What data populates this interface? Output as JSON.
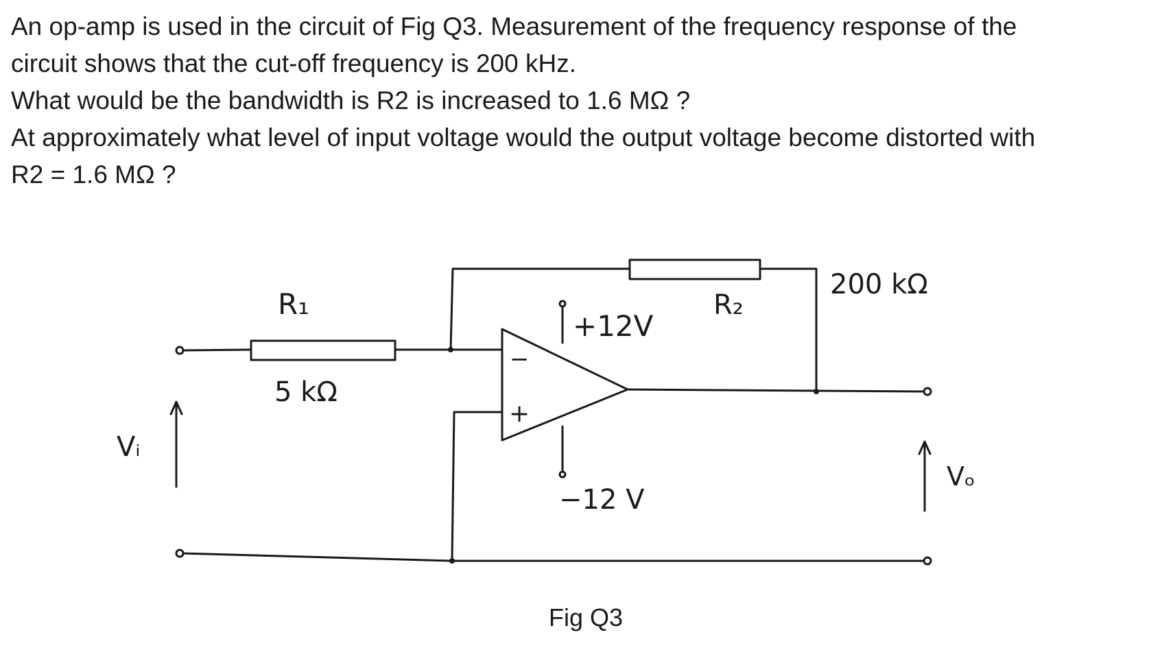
{
  "question": {
    "line1": "An op-amp is used in the circuit of Fig Q3.  Measurement of the frequency response of the",
    "line2": "circuit shows that the cut-off frequency is 200 kHz.",
    "line3": "What would be the bandwidth is R2 is increased to 1.6 MΩ ?",
    "line4": "At approximately what level of input voltage would the output voltage become distorted with",
    "line5": "R2 = 1.6 MΩ ?"
  },
  "circuit": {
    "r1_label": "R₁",
    "r1_value": "5 kΩ",
    "r2_label": "R₂",
    "r2_value": "200 kΩ",
    "vplus_label": "+12V",
    "vminus_label": "−12 V",
    "vi_label": "Vᵢ",
    "vo_label": "Vₒ",
    "inv_sign": "−",
    "noninv_sign": "+"
  },
  "caption": "Fig Q3"
}
